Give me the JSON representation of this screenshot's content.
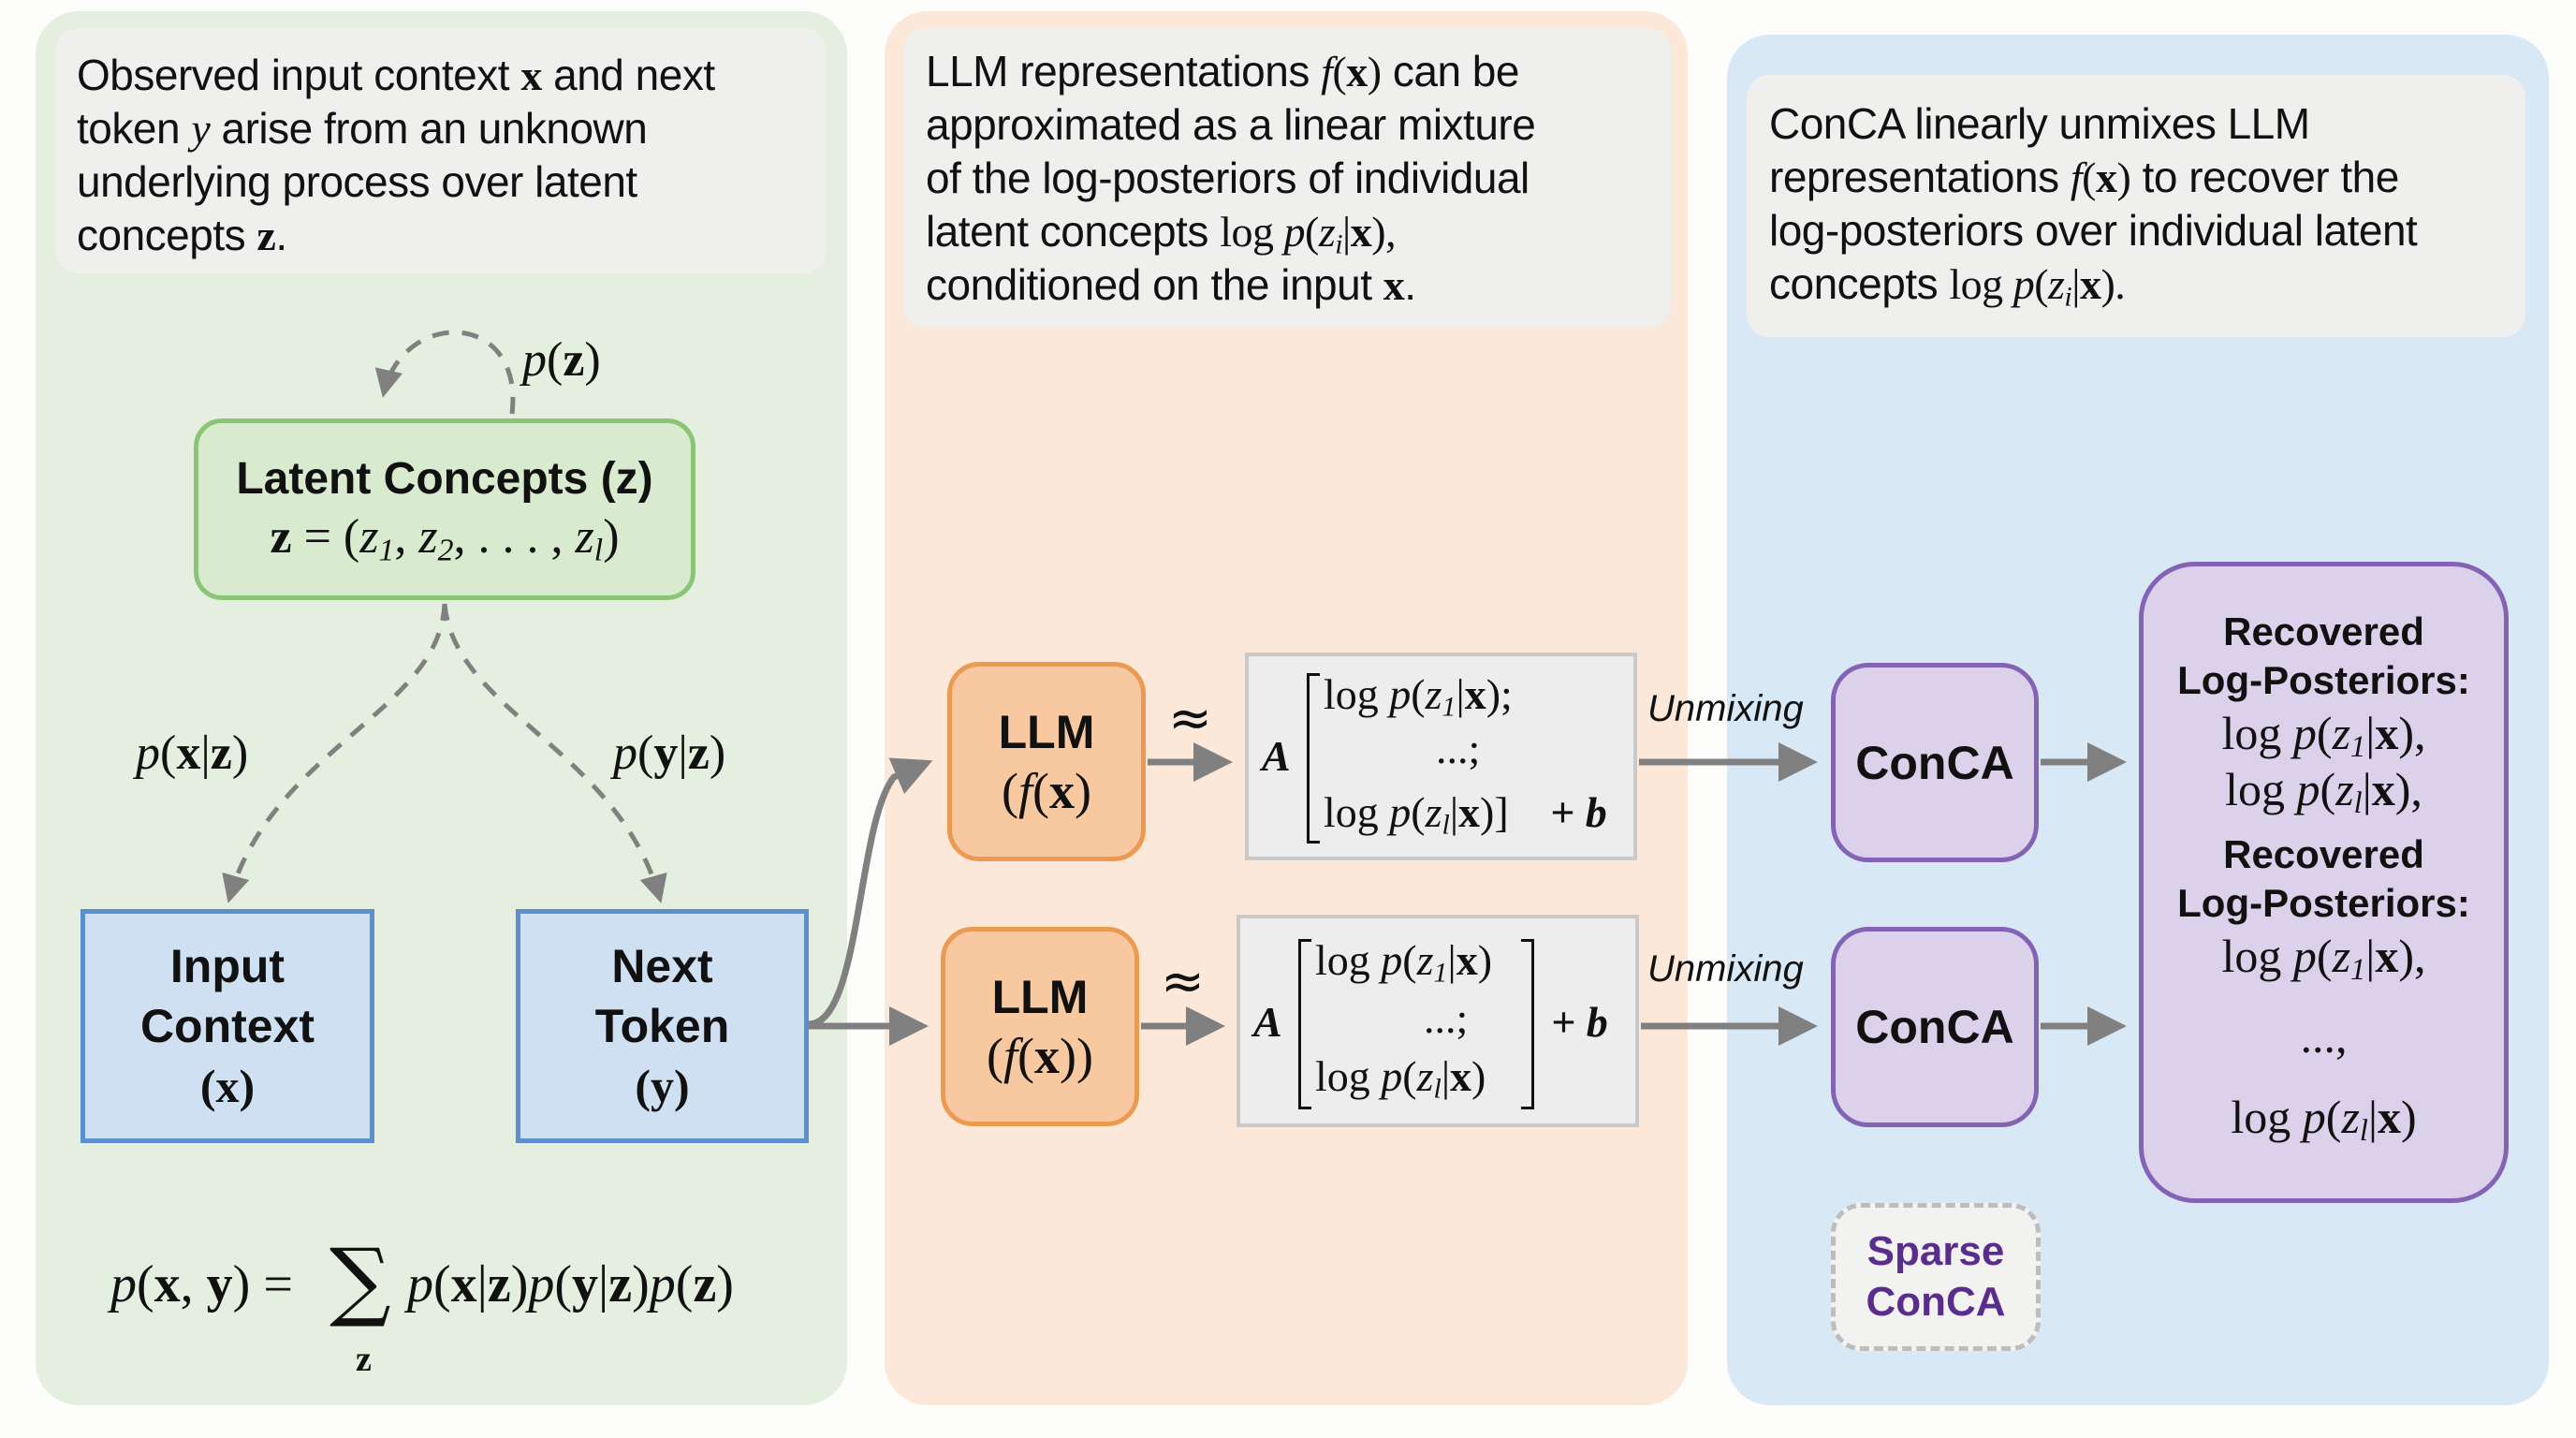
{
  "panels": {
    "generative": {
      "description": [
        {
          "parts": [
            [
              "t",
              "Observed input context "
            ],
            [
              "mb",
              "x"
            ],
            [
              "t",
              " and next"
            ]
          ]
        },
        {
          "parts": [
            [
              "t",
              "token "
            ],
            [
              "mi",
              "y"
            ],
            [
              "t",
              " arise from an unknown"
            ]
          ]
        },
        {
          "parts": [
            [
              "t",
              "underlying process over latent"
            ]
          ]
        },
        {
          "parts": [
            [
              "t",
              "concepts "
            ],
            [
              "mb",
              "z"
            ],
            [
              "t",
              "."
            ]
          ]
        }
      ],
      "prior_label": "p(z)",
      "latent_box": {
        "title": "Latent Concepts (z)",
        "formula": "z = (z₁, z₂, . . . , zₗ)"
      },
      "edge_labels": {
        "x_given_z": "p(x|z)",
        "y_given_z": "p(y|z)"
      },
      "input_box": {
        "lines": [
          "Input",
          "Context",
          "(x)"
        ]
      },
      "next_box": {
        "lines": [
          "Next",
          "Token",
          "(y)"
        ]
      },
      "joint_formula": {
        "lhs": "p(x, y) =",
        "sum": "∑",
        "sum_index": "z",
        "rhs": "p(x|z)p(y|z)p(z)"
      }
    },
    "representation": {
      "description": [
        {
          "parts": [
            [
              "t",
              "LLM representations "
            ],
            [
              "mi",
              "f"
            ],
            [
              "m",
              "("
            ],
            [
              "mb",
              "x"
            ],
            [
              "m",
              ")"
            ],
            [
              "t",
              " can be"
            ]
          ]
        },
        {
          "parts": [
            [
              "t",
              "approximated as a linear mixture"
            ]
          ]
        },
        {
          "parts": [
            [
              "t",
              "of the log-posteriors of individual"
            ]
          ]
        },
        {
          "parts": [
            [
              "t",
              "latent concepts "
            ],
            [
              "m",
              "log "
            ],
            [
              "mi",
              "p"
            ],
            [
              "m",
              "("
            ],
            [
              "mi",
              "z"
            ],
            [
              "sub",
              "i"
            ],
            [
              "m",
              "|"
            ],
            [
              "mb",
              "x"
            ],
            [
              "m",
              "),"
            ]
          ]
        },
        {
          "parts": [
            [
              "t",
              "conditioned on the input "
            ],
            [
              "mb",
              "x"
            ],
            [
              "t",
              "."
            ]
          ]
        }
      ],
      "llm_boxes": [
        {
          "title": "LLM",
          "formula": "(f(x)"
        },
        {
          "title": "LLM",
          "formula": "(f(x))"
        }
      ],
      "approx_symbol": "≈",
      "equations": [
        {
          "matrix": "A",
          "rows": [
            "log p(z₁|x);",
            "...;",
            "log p(zₗ|x)]"
          ],
          "bias": "+ b"
        },
        {
          "matrix": "A",
          "rows": [
            "log p(z₁|x)",
            "...;",
            "log p(zₗ|x)"
          ],
          "bias": "+ b"
        }
      ]
    },
    "unmixing": {
      "description": [
        {
          "parts": [
            [
              "t",
              "ConCA linearly unmixes LLM"
            ]
          ]
        },
        {
          "parts": [
            [
              "t",
              "representations "
            ],
            [
              "mi",
              "f"
            ],
            [
              "m",
              "("
            ],
            [
              "mb",
              "x"
            ],
            [
              "m",
              ")"
            ],
            [
              "t",
              " to recover the"
            ]
          ]
        },
        {
          "parts": [
            [
              "t",
              "log-posteriors over individual latent"
            ]
          ]
        },
        {
          "parts": [
            [
              "t",
              "concepts "
            ],
            [
              "m",
              "log "
            ],
            [
              "mi",
              "p"
            ],
            [
              "m",
              "("
            ],
            [
              "mi",
              "z"
            ],
            [
              "sub",
              "i"
            ],
            [
              "m",
              "|"
            ],
            [
              "mb",
              "x"
            ],
            [
              "m",
              ")."
            ]
          ]
        }
      ],
      "edge_label": "Unmixing",
      "conca_boxes": [
        "ConCA",
        "ConCA"
      ],
      "recovered": {
        "heading_1": "Recovered",
        "heading_2": "Log-Posteriors:",
        "group_1": [
          "log p(z₁|x),",
          "log p(zₗ|x),"
        ],
        "group_2": [
          "log p(z₁|x),",
          "...,",
          "log p(zₗ|x)"
        ]
      },
      "sparse_box": {
        "lines": [
          "Sparse",
          "ConCA"
        ]
      }
    }
  },
  "colors": {
    "panel_green": "#e5efdf",
    "panel_orange": "#fce8d9",
    "panel_blue": "#d8e9f5",
    "latent_border": "#8cc476",
    "token_border": "#5b90cc",
    "llm_border": "#ec9a52",
    "conca_border": "#8463b4",
    "sparse_text": "#5a2d8c",
    "arrow": "#808080"
  }
}
